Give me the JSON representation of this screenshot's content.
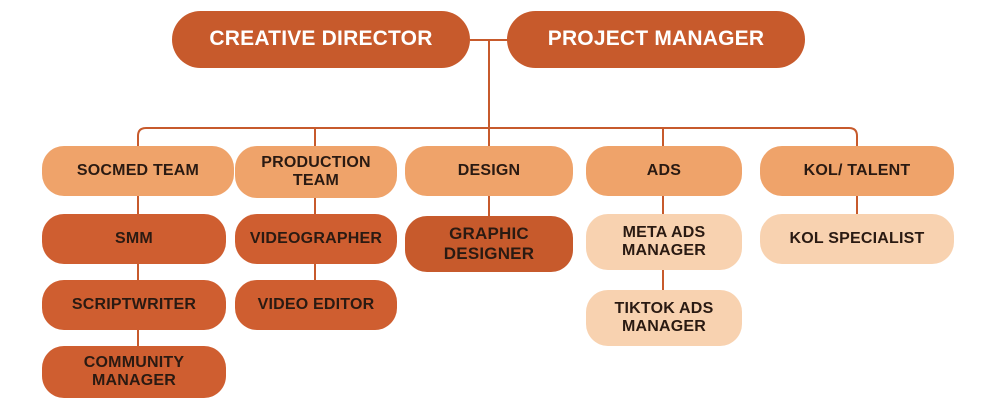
{
  "top": {
    "creative_director": "CREATIVE DIRECTOR",
    "project_manager": "PROJECT MANAGER"
  },
  "departments": {
    "socmed": {
      "label": "SOCMED TEAM",
      "members": [
        "SMM",
        "SCRIPTWRITER",
        "COMMUNITY MANAGER"
      ]
    },
    "production": {
      "label": "PRODUCTION TEAM",
      "members": [
        "VIDEOGRAPHER",
        "VIDEO EDITOR"
      ]
    },
    "design": {
      "label": "DESIGN",
      "members": [
        "GRAPHIC DESIGNER"
      ]
    },
    "ads": {
      "label": "ADS",
      "members": [
        "META ADS MANAGER",
        "TIKTOK ADS MANAGER"
      ]
    },
    "kol": {
      "label": "KOL/ TALENT",
      "members": [
        "KOL SPECIALIST"
      ]
    }
  },
  "colors": {
    "line": "#c75a2c",
    "top_box": "#c75a2c",
    "department_box": "#efa36a",
    "role_box_dark": "#cf5e30",
    "role_box_light": "#f8d2b0"
  }
}
